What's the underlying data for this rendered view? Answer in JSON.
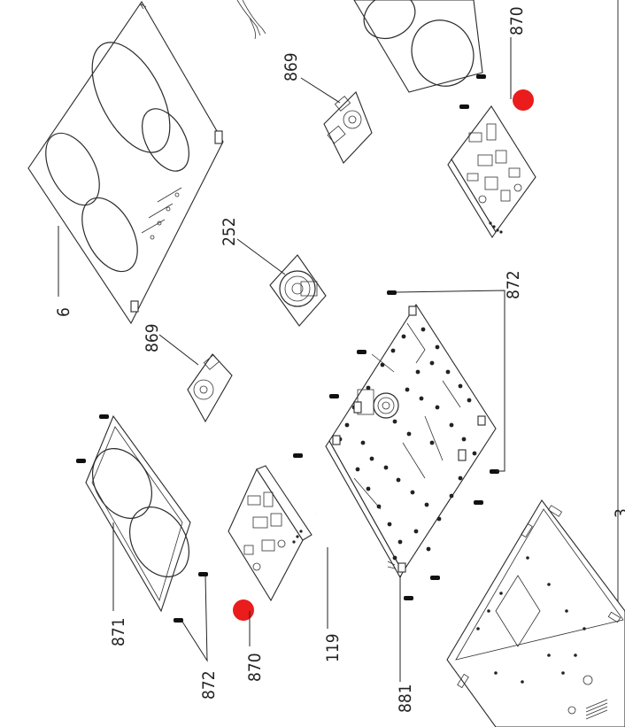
{
  "labels": {
    "cooktop_glass": "6",
    "module_top": "869",
    "module_left": "869",
    "fan": "252",
    "board_top": "870",
    "board_bottom": "870",
    "screws_right": "872",
    "screws_bottom": "872",
    "coil_carrier": "871",
    "cable": "119",
    "base_plate": "881",
    "housing": "3"
  },
  "colors": {
    "marker": "#ea1c1c",
    "ink": "#2a2a2a"
  }
}
